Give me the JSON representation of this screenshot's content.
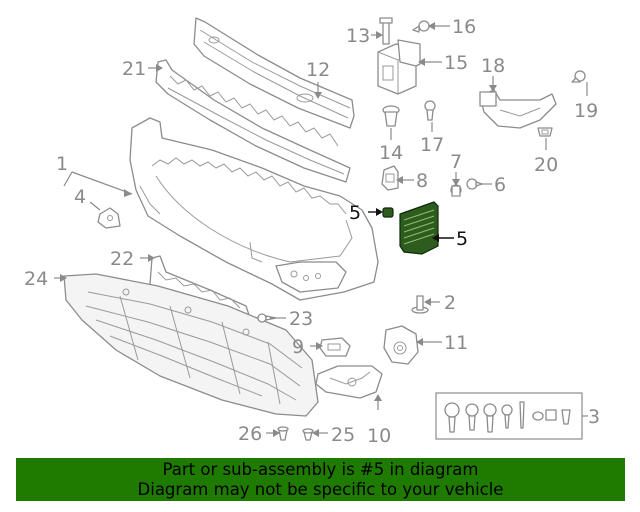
{
  "callouts": {
    "c1": "1",
    "c2": "2",
    "c3": "3",
    "c4": "4",
    "c5a": "5",
    "c5b": "5",
    "c6": "6",
    "c7": "7",
    "c8": "8",
    "c9": "9",
    "c10": "10",
    "c11": "11",
    "c12": "12",
    "c13": "13",
    "c14": "14",
    "c15": "15",
    "c16": "16",
    "c17": "17",
    "c18": "18",
    "c19": "19",
    "c20": "20",
    "c21": "21",
    "c22": "22",
    "c23": "23",
    "c24": "24",
    "c25": "25",
    "c26": "26"
  },
  "banner": {
    "line1": "Part or sub-assembly is #5 in diagram",
    "line2": "Diagram may not be specific to your vehicle"
  },
  "colors": {
    "banner_bg": "#1f7a00",
    "highlight_part": "#2d5c1e",
    "line_gray": "#8c8c8c"
  }
}
